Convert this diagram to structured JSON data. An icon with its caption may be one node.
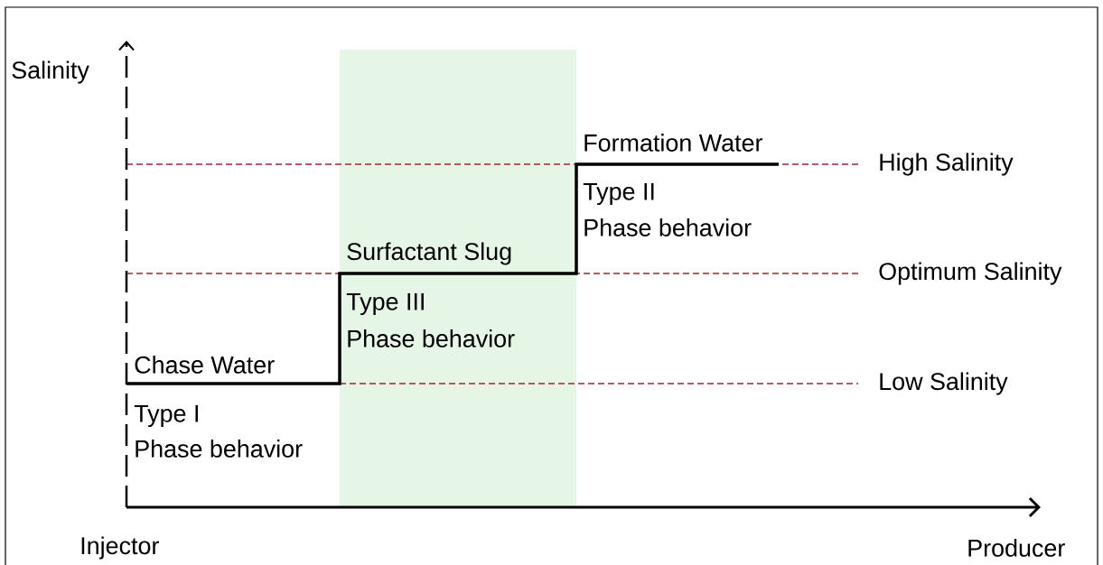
{
  "diagram": {
    "labels": [
      "Salinity",
      "Formation Water",
      "High Salinity",
      "Type II",
      "Phase behavior",
      "Surfactant Slug",
      "Optimum Salinity",
      "Type III",
      "Phase behavior",
      "Chase Water",
      "Low Salinity",
      "Type I",
      "Phase behavior",
      "Injector",
      "Producer"
    ]
  }
}
